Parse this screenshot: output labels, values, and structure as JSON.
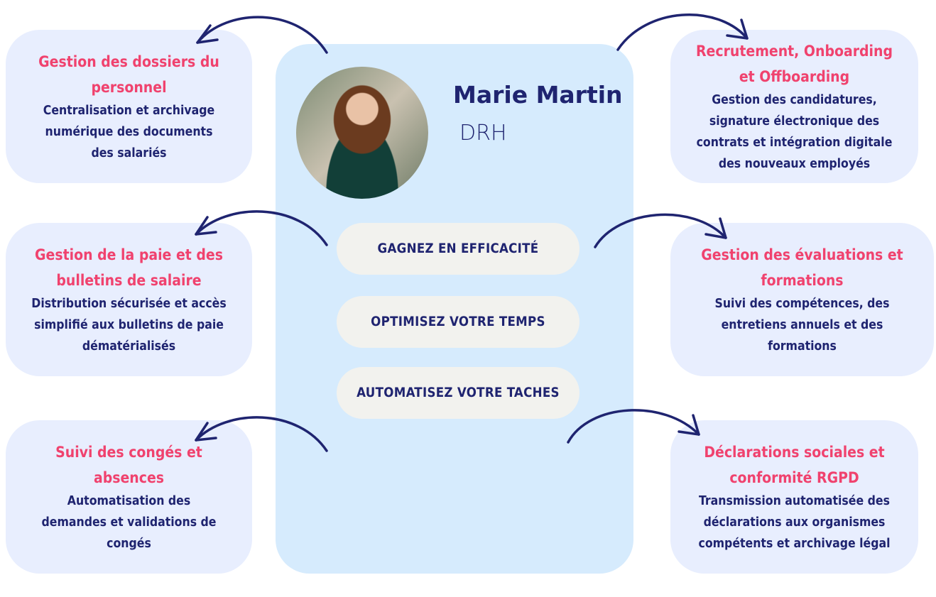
{
  "profile": {
    "name": "Marie Martin",
    "role": "DRH"
  },
  "pills": [
    "GAGNEZ EN EFFICACITÉ",
    "OPTIMISEZ VOTRE TEMPS",
    "AUTOMATISEZ VOTRE TACHES"
  ],
  "left_boxes": [
    {
      "title": [
        "Gestion des dossiers du",
        "personnel"
      ],
      "desc": [
        "Centralisation et archivage",
        "numérique des documents",
        "des salariés"
      ]
    },
    {
      "title": [
        "Gestion de la paie et des",
        "bulletins de salaire"
      ],
      "desc": [
        "Distribution sécurisée et accès",
        "simplifié aux bulletins de paie",
        "dématérialisés"
      ]
    },
    {
      "title": [
        "Suivi des congés et",
        "absences"
      ],
      "desc": [
        "Automatisation des",
        "demandes et validations de",
        "congés"
      ]
    }
  ],
  "right_boxes": [
    {
      "title": [
        "Recrutement, Onboarding",
        "et Offboarding"
      ],
      "desc": [
        "Gestion des candidatures,",
        "signature électronique des",
        "contrats et intégration digitale",
        "des nouveaux employés"
      ]
    },
    {
      "title": [
        "Gestion des évaluations et",
        "formations"
      ],
      "desc": [
        "Suivi des compétences, des",
        "entretiens annuels et des",
        "formations"
      ]
    },
    {
      "title": [
        "Déclarations sociales et",
        "conformité RGPD"
      ],
      "desc": [
        "Transmission automatisée des",
        "déclarations aux organismes",
        "compétents et archivage légal"
      ]
    }
  ],
  "colors": {
    "accent": "#f0426e",
    "navy": "#1f2470",
    "box": "#e8eefe",
    "panel": "#d6ebfd",
    "pill": "#f2f2ee"
  }
}
